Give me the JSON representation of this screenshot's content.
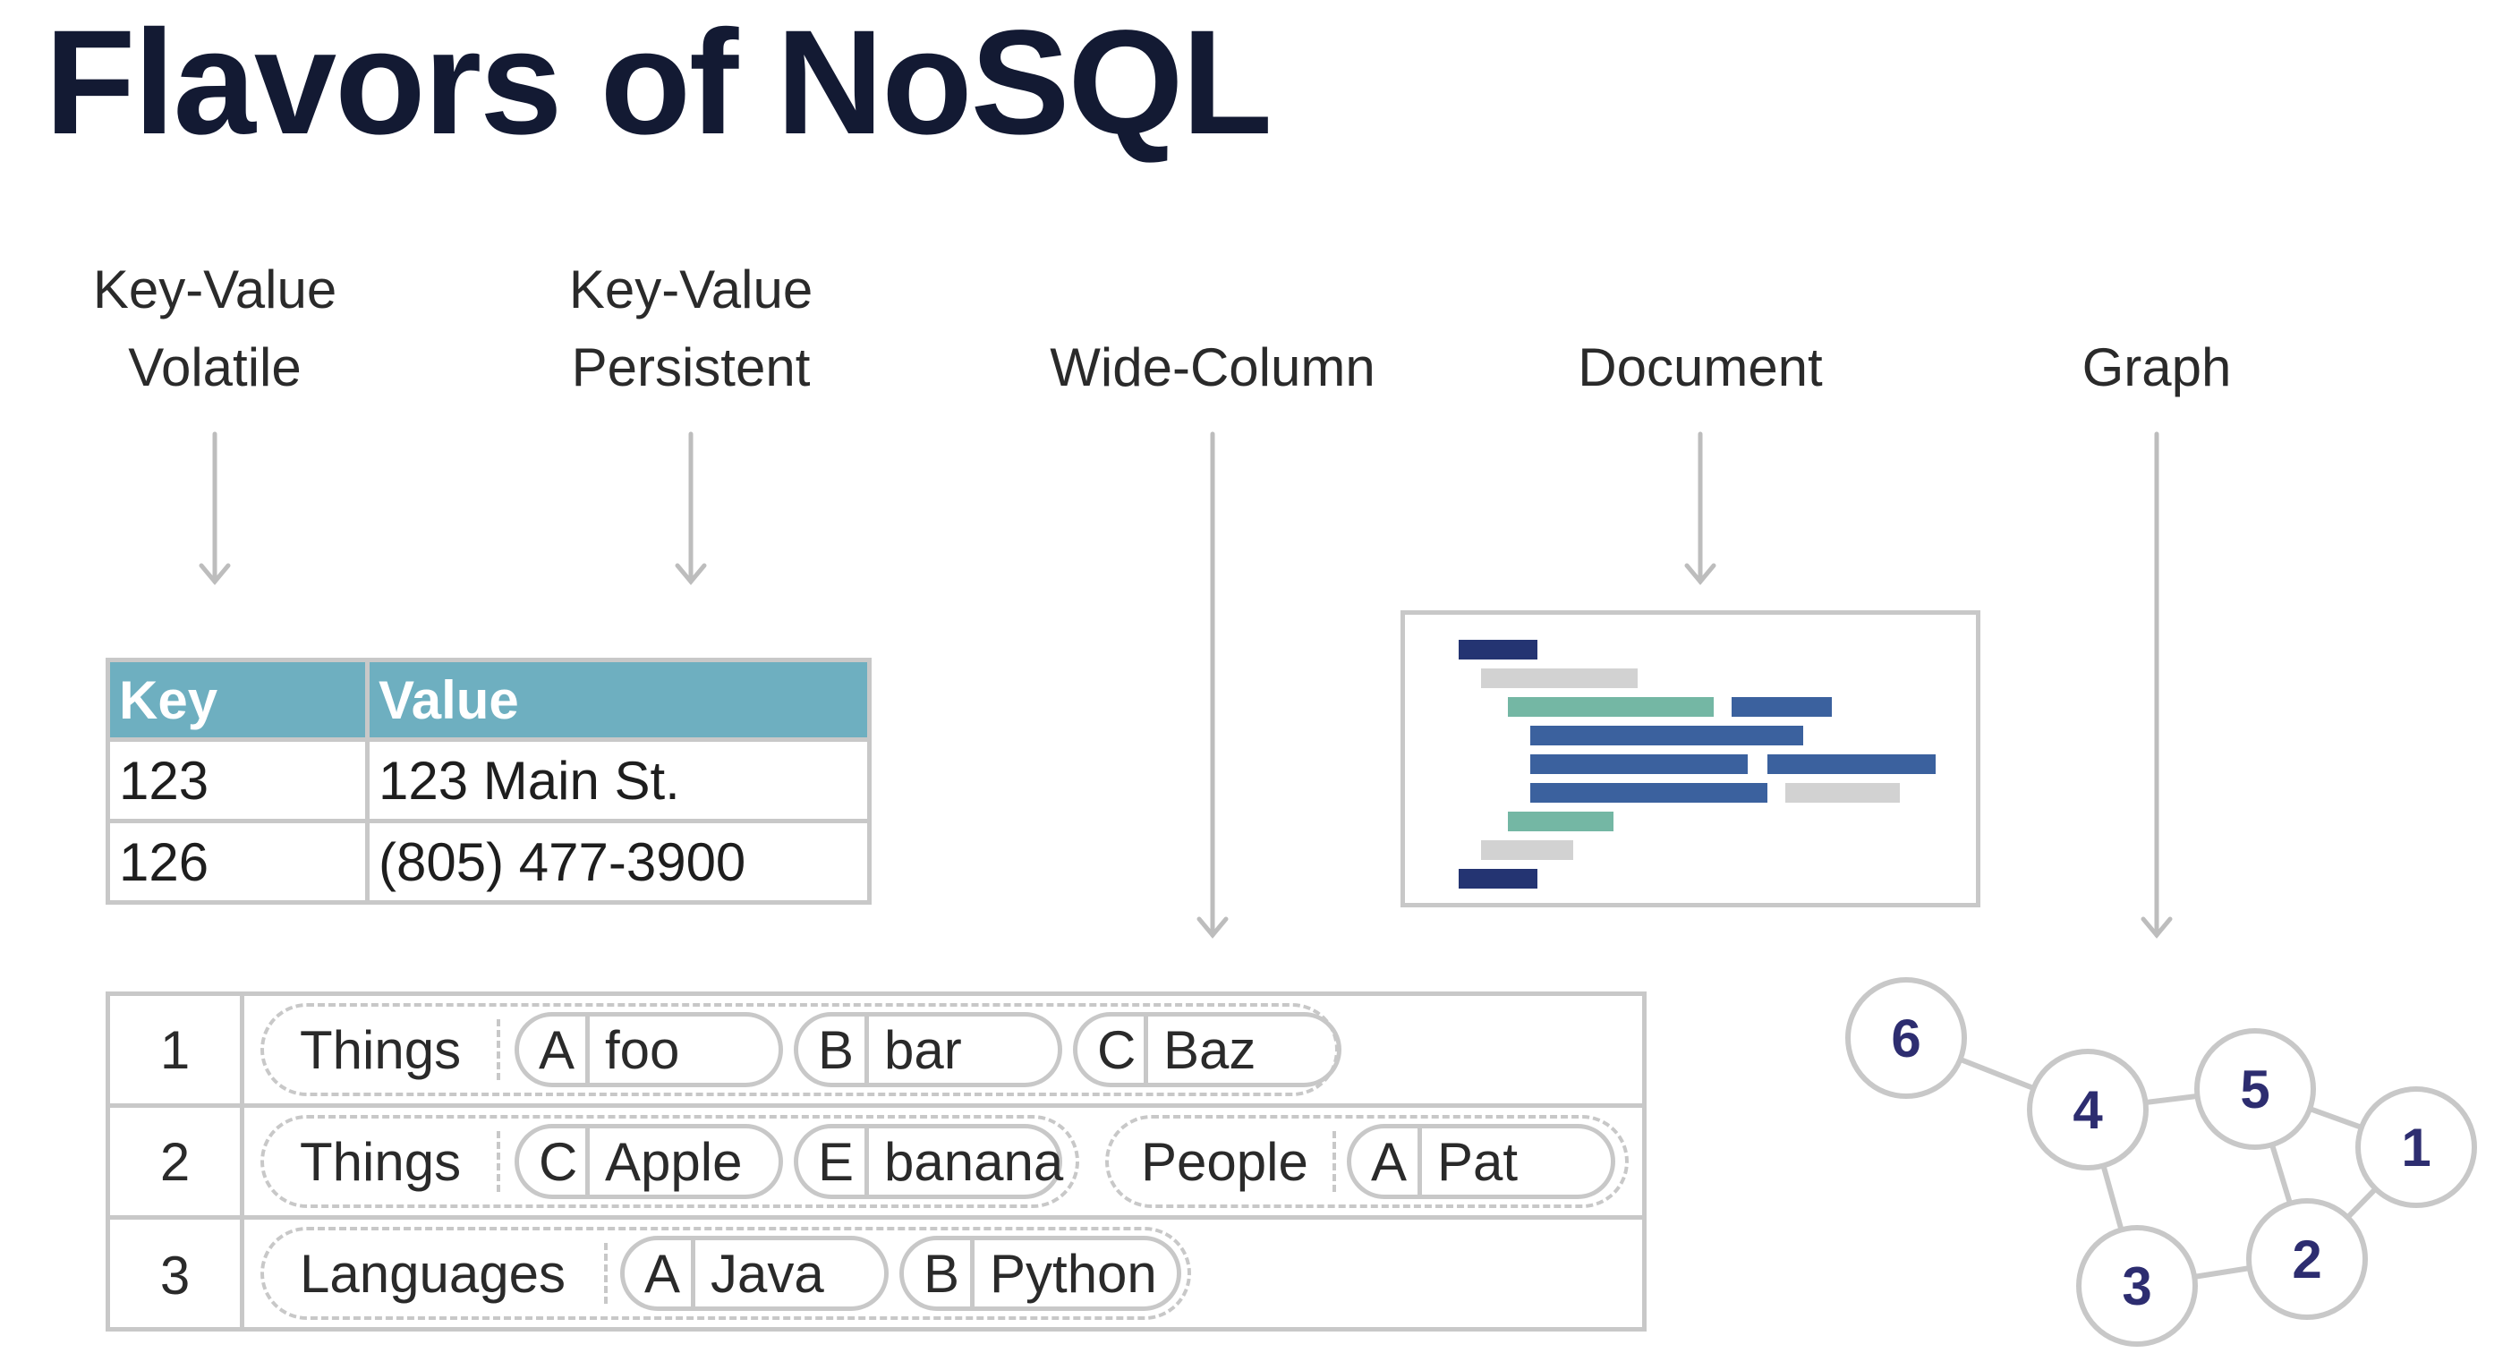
{
  "title": "Flavors of NoSQL",
  "categories": [
    {
      "line1": "Key-Value",
      "line2": "Volatile"
    },
    {
      "line1": "Key-Value",
      "line2": "Persistent"
    },
    {
      "line1": "",
      "line2": "Wide-Column"
    },
    {
      "line1": "",
      "line2": "Document"
    },
    {
      "line1": "",
      "line2": "Graph"
    }
  ],
  "kv_table": {
    "headers": [
      "Key",
      "Value"
    ],
    "rows": [
      [
        "123",
        "123 Main St."
      ],
      [
        "126",
        "(805) 477-3900"
      ]
    ]
  },
  "wide_column": {
    "rows": [
      {
        "num": "1",
        "families": [
          {
            "name": "Things",
            "cells": [
              [
                "A",
                "foo"
              ],
              [
                "B",
                "bar"
              ],
              [
                "C",
                "Baz"
              ]
            ]
          }
        ]
      },
      {
        "num": "2",
        "families": [
          {
            "name": "Things",
            "cells": [
              [
                "C",
                "Apple"
              ],
              [
                "E",
                "banana"
              ]
            ]
          },
          {
            "name": "People",
            "cells": [
              [
                "A",
                "Pat"
              ]
            ]
          }
        ]
      },
      {
        "num": "3",
        "families": [
          {
            "name": "Languages",
            "cells": [
              [
                "A",
                "Java"
              ],
              [
                "B",
                "Python"
              ]
            ]
          }
        ]
      }
    ]
  },
  "graph": {
    "nodes": [
      "6",
      "4",
      "5",
      "1",
      "2",
      "3"
    ],
    "edges": [
      [
        "6",
        "4"
      ],
      [
        "4",
        "5"
      ],
      [
        "5",
        "1"
      ],
      [
        "5",
        "2"
      ],
      [
        "1",
        "2"
      ],
      [
        "4",
        "3"
      ],
      [
        "3",
        "2"
      ]
    ]
  },
  "colors": {
    "title": "#131a33",
    "header_bg": "#6eafc0",
    "border": "#c8c8c8",
    "arrow": "#bdbdbd",
    "doc_navy": "#243472",
    "doc_blue": "#3b619e",
    "doc_teal": "#74b7a4",
    "doc_gray": "#d2d2d2",
    "node_text": "#2d2d70"
  }
}
